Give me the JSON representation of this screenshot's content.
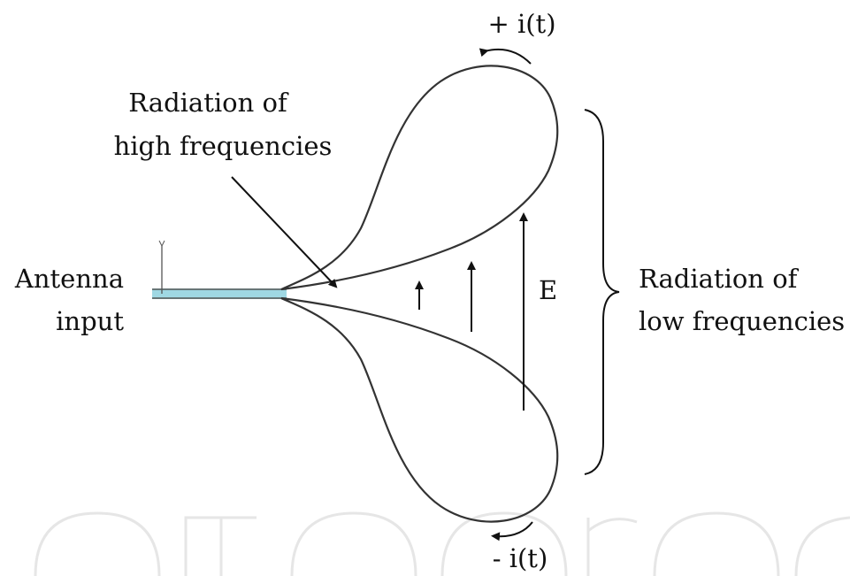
{
  "labels": {
    "plus_current": "+ i(t)",
    "minus_current": "- i(t)",
    "high_freq_line1": "Radiation of",
    "high_freq_line2": "high frequencies",
    "antenna_line1": "Antenna",
    "antenna_line2": "input",
    "field": "E",
    "low_freq_line1": "Radiation of",
    "low_freq_line2": "low frequencies"
  },
  "colors": {
    "ink": "#111111",
    "feed_line": "#9fd8e3",
    "watermark": "#e6e6e6"
  }
}
